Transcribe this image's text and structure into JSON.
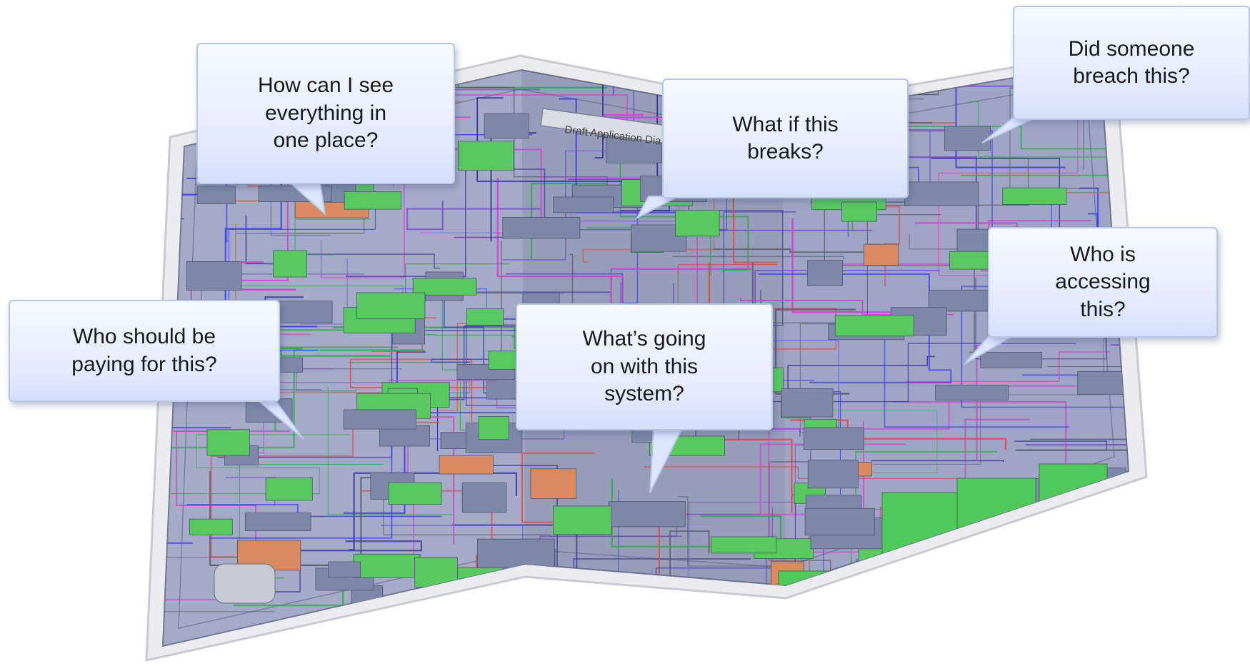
{
  "map": {
    "title": "Draft Application Dia"
  },
  "callouts": [
    {
      "id": "see-everything",
      "lines": [
        "How can I see",
        "everything in",
        "one place?"
      ]
    },
    {
      "id": "what-if-breaks",
      "lines": [
        "What if this",
        "breaks?"
      ]
    },
    {
      "id": "breach",
      "lines": [
        "Did someone",
        "breach this?"
      ]
    },
    {
      "id": "who-accessing",
      "lines": [
        "Who is",
        "accessing",
        "this?"
      ]
    },
    {
      "id": "who-paying",
      "lines": [
        "Who should be",
        "paying for this?"
      ]
    },
    {
      "id": "whats-going-on",
      "lines": [
        "What’s going",
        "on with this",
        "system?"
      ]
    }
  ]
}
